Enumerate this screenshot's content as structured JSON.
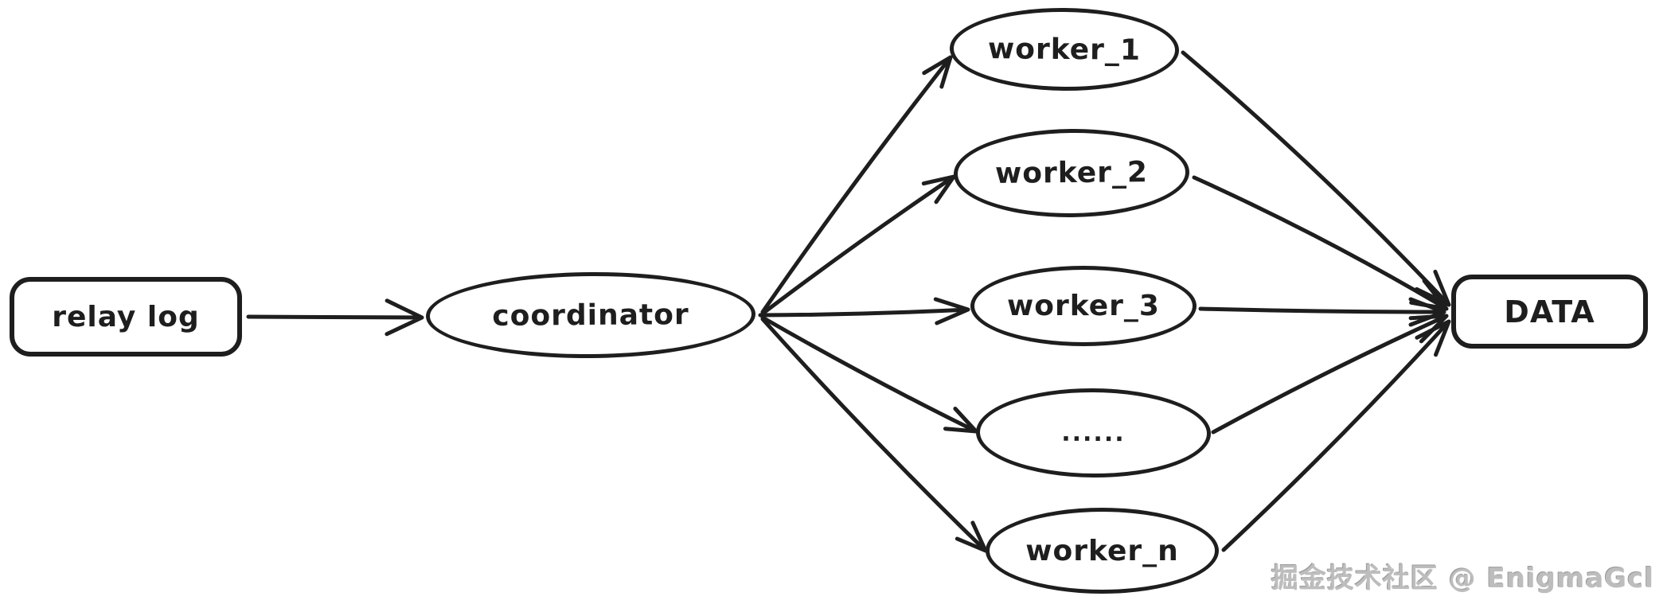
{
  "diagram": {
    "nodes": {
      "relay_log": {
        "label": "relay log",
        "shape": "rounded-rect"
      },
      "coordinator": {
        "label": "coordinator",
        "shape": "ellipse"
      },
      "worker_1": {
        "label": "worker_1",
        "shape": "ellipse"
      },
      "worker_2": {
        "label": "worker_2",
        "shape": "ellipse"
      },
      "worker_3": {
        "label": "worker_3",
        "shape": "ellipse"
      },
      "worker_dots": {
        "label": "......",
        "shape": "ellipse"
      },
      "worker_n": {
        "label": "worker_n",
        "shape": "ellipse"
      },
      "data": {
        "label": "DATA",
        "shape": "rounded-rect"
      }
    },
    "edges": [
      {
        "from": "relay_log",
        "to": "coordinator"
      },
      {
        "from": "coordinator",
        "to": "worker_1"
      },
      {
        "from": "coordinator",
        "to": "worker_2"
      },
      {
        "from": "coordinator",
        "to": "worker_3"
      },
      {
        "from": "coordinator",
        "to": "worker_dots"
      },
      {
        "from": "coordinator",
        "to": "worker_n"
      },
      {
        "from": "worker_1",
        "to": "data"
      },
      {
        "from": "worker_2",
        "to": "data"
      },
      {
        "from": "worker_3",
        "to": "data"
      },
      {
        "from": "worker_dots",
        "to": "data"
      },
      {
        "from": "worker_n",
        "to": "data"
      }
    ],
    "colors": {
      "stroke": "#1e1e1e",
      "background": "#ffffff",
      "watermark": "#bdbdbd"
    }
  },
  "watermark": {
    "text": "掘金技术社区 @ EnigmaGcl"
  }
}
